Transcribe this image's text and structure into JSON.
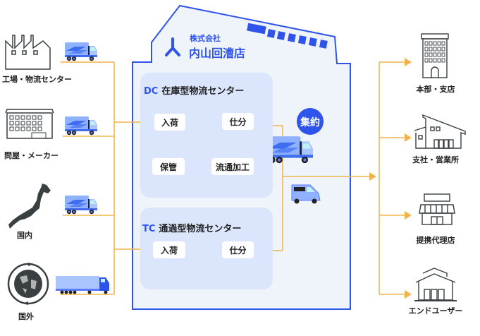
{
  "company": {
    "prefix": "株式会社",
    "name": "内山回漕店"
  },
  "sources": [
    {
      "label": "工場・物流センター",
      "icon": "factory-icon",
      "vehicle": "truck-icon"
    },
    {
      "label": "問屋・メーカー",
      "icon": "office-building-icon",
      "vehicle": "truck-icon"
    },
    {
      "label": "国内",
      "icon": "japan-map-icon",
      "vehicle": "truck-icon"
    },
    {
      "label": "国外",
      "icon": "globe-icon",
      "vehicle": "trailer-truck-icon"
    }
  ],
  "dc": {
    "code": "DC",
    "title": "在庫型物流センター",
    "steps": {
      "receive": "入荷",
      "sort": "仕分",
      "store": "保管",
      "process": "流通加工"
    }
  },
  "tc": {
    "code": "TC",
    "title": "通過型物流センター",
    "steps": {
      "receive": "入荷",
      "sort": "仕分"
    }
  },
  "consolidation": {
    "label": "集約",
    "vehicles": [
      "truck-icon",
      "van-icon"
    ]
  },
  "destinations": [
    {
      "label": "本部・支店",
      "icon": "office-tower-icon"
    },
    {
      "label": "支社・営業所",
      "icon": "branch-office-icon"
    },
    {
      "label": "提携代理店",
      "icon": "storefront-icon"
    },
    {
      "label": "エンドユーザー",
      "icon": "house-icon"
    }
  ],
  "colors": {
    "accent": "#2f54eb",
    "flow": "#f0b44a",
    "warehouse_bg": "#eff4fb",
    "center_bg": "#dbe5fb",
    "icon_dark": "#3a3f42"
  }
}
